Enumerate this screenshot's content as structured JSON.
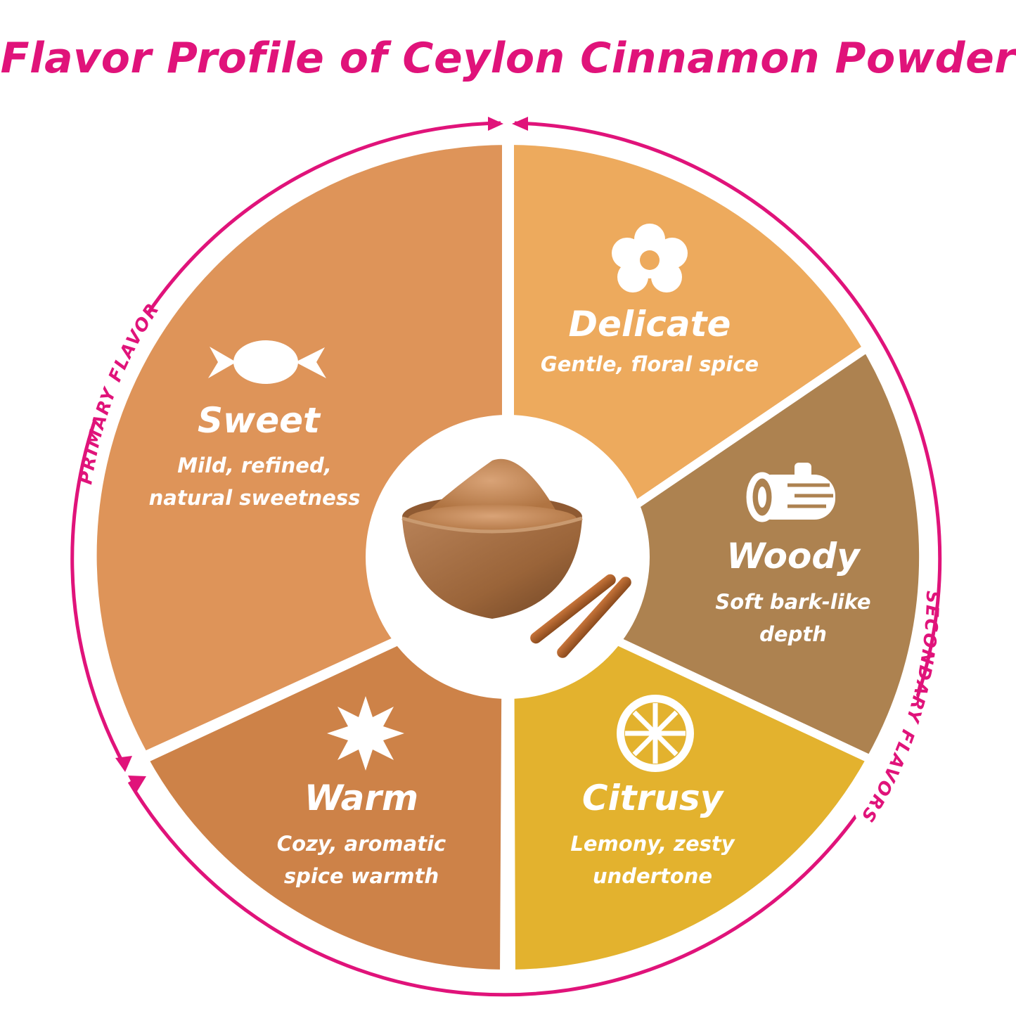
{
  "title": "Flavor Profile of Ceylon Cinnamon Powder",
  "arc_labels": {
    "primary": "PRIMARY FLAVOR",
    "secondary": "SECONDARY FLAVORS"
  },
  "segments": [
    {
      "key": "sweet",
      "icon": "candy-icon",
      "color": "#de9459",
      "title": "Sweet",
      "lines": [
        "Mild, refined,",
        "natural sweetness"
      ]
    },
    {
      "key": "delicate",
      "icon": "flower-icon",
      "color": "#edaa5d",
      "title": "Delicate",
      "lines": [
        "Gentle, floral spice"
      ]
    },
    {
      "key": "woody",
      "icon": "log-icon",
      "color": "#ad8250",
      "title": "Woody",
      "lines": [
        "Soft bark-like",
        "depth"
      ]
    },
    {
      "key": "citrusy",
      "icon": "citrus-slice-icon",
      "color": "#e3b22e",
      "title": "Citrusy",
      "lines": [
        "Lemony, zesty",
        "undertone"
      ]
    },
    {
      "key": "warm",
      "icon": "starburst-icon",
      "color": "#cd8248",
      "title": "Warm",
      "lines": [
        "Cozy, aromatic",
        "spice warmth"
      ]
    }
  ],
  "colors": {
    "accent": "#e0137a",
    "text": "#ffffff",
    "background": "#ffffff"
  },
  "center_image": "cinnamon-powder-bowl-with-sticks"
}
